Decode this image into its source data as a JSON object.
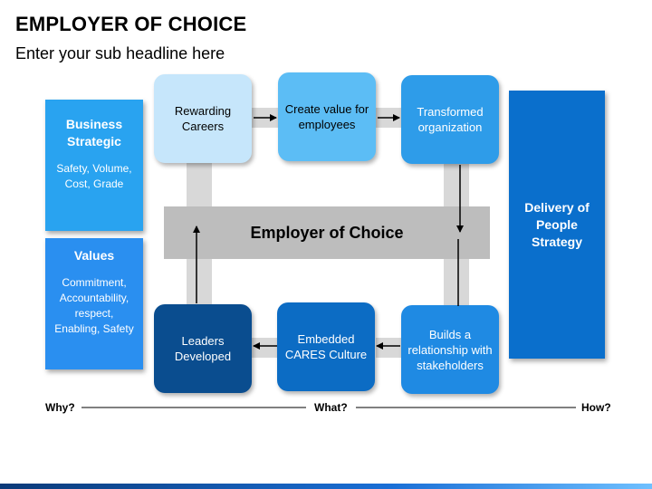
{
  "title": "EMPLOYER OF CHOICE",
  "subtitle": "Enter your sub headline here",
  "left_boxes": {
    "business": {
      "heading": "Business Strategic",
      "body": "Safety, Volume, Cost, Grade"
    },
    "values": {
      "heading": "Values",
      "body": "Commitment, Accountability, respect, Enabling, Safety"
    }
  },
  "right_box": {
    "heading": "Delivery of People Strategy"
  },
  "center_label": "Employer of Choice",
  "nodes": [
    {
      "label": "Rewarding Careers",
      "color": "#c6e6fb",
      "text_color": "#000000"
    },
    {
      "label": "Create value for employees",
      "color": "#5cbdf5",
      "text_color": "#000000"
    },
    {
      "label": "Transformed organization",
      "color": "#2e9ce9",
      "text_color": "#ffffff"
    },
    {
      "label": "Builds a relationship with stakeholders",
      "color": "#1f8ae3",
      "text_color": "#ffffff"
    },
    {
      "label": "Embedded CARES Culture",
      "color": "#0c6cc4",
      "text_color": "#ffffff"
    },
    {
      "label": "Leaders Developed",
      "color": "#0a4d8f",
      "text_color": "#ffffff"
    }
  ],
  "footer": {
    "why": "Why?",
    "what": "What?",
    "how": "How?"
  }
}
